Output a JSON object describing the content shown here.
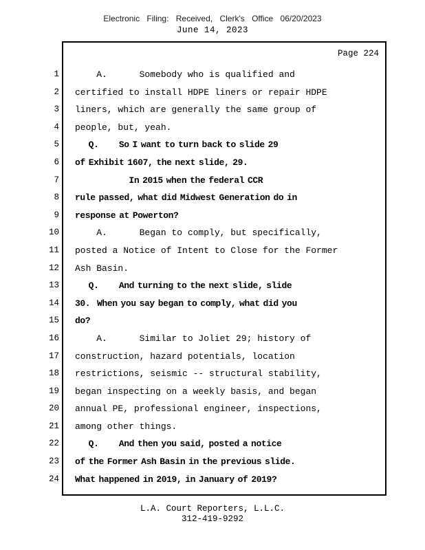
{
  "header": {
    "stamp": "Electronic Filing: Received, Clerk's Office 06/20/2023",
    "date": "June 14, 2023"
  },
  "page": {
    "label": "Page 224"
  },
  "transcript": {
    "lines": [
      {
        "n": 1,
        "bold": false,
        "text": "    A.      Somebody who is qualified and"
      },
      {
        "n": 2,
        "bold": false,
        "text": "certified to install HDPE liners or repair HDPE"
      },
      {
        "n": 3,
        "bold": false,
        "text": "liners, which are generally the same group of"
      },
      {
        "n": 4,
        "bold": false,
        "text": "people, but, yeah."
      },
      {
        "n": 5,
        "bold": true,
        "text": "    Q.      So I want to turn back to slide 29"
      },
      {
        "n": 6,
        "bold": true,
        "text": "of Exhibit 1607, the next slide, 29."
      },
      {
        "n": 7,
        "bold": true,
        "text": "                In 2015 when the federal CCR"
      },
      {
        "n": 8,
        "bold": true,
        "text": "rule passed, what did Midwest Generation do in"
      },
      {
        "n": 9,
        "bold": true,
        "text": "response at Powerton?"
      },
      {
        "n": 10,
        "bold": false,
        "text": "    A.      Began to comply, but specifically,"
      },
      {
        "n": 11,
        "bold": false,
        "text": "posted a Notice of Intent to Close for the Former"
      },
      {
        "n": 12,
        "bold": false,
        "text": "Ash Basin."
      },
      {
        "n": 13,
        "bold": true,
        "text": "    Q.      And turning to the next slide, slide"
      },
      {
        "n": 14,
        "bold": true,
        "text": "30.  When you say began to comply, what did you"
      },
      {
        "n": 15,
        "bold": true,
        "text": "do?"
      },
      {
        "n": 16,
        "bold": false,
        "text": "    A.      Similar to Joliet 29; history of"
      },
      {
        "n": 17,
        "bold": false,
        "text": "construction, hazard potentials, location"
      },
      {
        "n": 18,
        "bold": false,
        "text": "restrictions, seismic -- structural stability,"
      },
      {
        "n": 19,
        "bold": false,
        "text": "began inspecting on a weekly basis, and began"
      },
      {
        "n": 20,
        "bold": false,
        "text": "annual PE, professional engineer, inspections,"
      },
      {
        "n": 21,
        "bold": false,
        "text": "among other things."
      },
      {
        "n": 22,
        "bold": true,
        "text": "    Q.      And then you said, posted a notice"
      },
      {
        "n": 23,
        "bold": true,
        "text": "of the Former Ash Basin in the previous slide."
      },
      {
        "n": 24,
        "bold": true,
        "text": "What happened in 2019, in January of 2019?"
      }
    ]
  },
  "footer": {
    "company": "L.A. Court Reporters, L.L.C.",
    "phone": "312-419-9292"
  }
}
